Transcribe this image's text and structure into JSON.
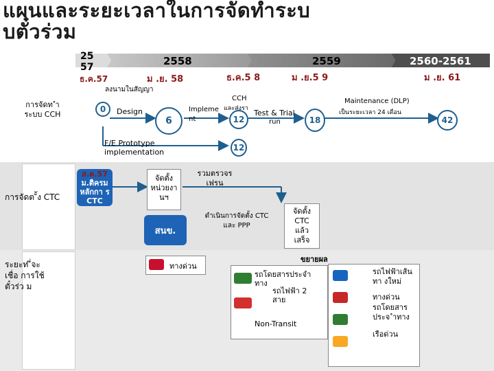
{
  "title": {
    "line1": "แผนและระยะเวลาในการจัดทำระบ",
    "line2": "บตั๋วร่วม"
  },
  "timeline": {
    "first_top": "25",
    "first_bottom": "57",
    "y2558": "2558",
    "y2559": "2559",
    "y2560": "2560-2561",
    "m_dec57": "ธ.ค.57",
    "m_sep58": "ม .ย. 58",
    "m_dec58": "ธ.ค.5 8",
    "m_sep59": "ม .ย.5 9",
    "m_sep61": "ม .ย. 61",
    "contract_note": "ลงนามในสัญญา"
  },
  "row1": {
    "label": "การจัดท ำระบบ CCH",
    "c0": "0",
    "design": "Design",
    "c6": "6",
    "implement": "Impleme nt",
    "cch": "CCH",
    "cch_sub": "และส่งรา",
    "c12a": "12",
    "test_trial": "Test & Trial",
    "run": "run",
    "c18": "18",
    "maintenance": "Maintenance (DLP)",
    "maintenance_sub": "เป็นระยะเวลา 24 เดือน",
    "c42": "42",
    "fe_prototype": "F/E Prototype",
    "fe_impl": "implementation",
    "c12b": "12"
  },
  "row2": {
    "label": "การจัดต ั้ง CTC",
    "box1_top": "ส.ค.57",
    "box1_body": "ม.ติครม หลักกา ร CTC",
    "box2": "จัดตั้ง หน่วยงา นฯ",
    "merge_text": "รวมตรวจร เฟรน",
    "operate_text": "ดำเนินการจัดตั้ง CTC และ PPP",
    "box3": "สนข.",
    "ctc_box": "จัดตั้ง CTC แล้วเสร็จ"
  },
  "row3": {
    "label": "ระยะท ี่จะเชื่อ การใช้ ตั๋วร่ว ม",
    "expand": "ขยายผล",
    "tollway": "ทางด่วน",
    "bmta": "รถโดยสารประจำ ทาง",
    "airport": "รถไฟฟ้า 2 สาย",
    "non_transit": "Non-Transit",
    "right_list": [
      "รถไฟฟ้าเส้นทา งใหม่",
      "ทางด่วน",
      "รถโดยสารประจ ำทาง",
      "เรือด่วน"
    ]
  },
  "colors": {
    "arrow_blue": "#1f5f8f",
    "box_blue": "#1e63b5",
    "timebar_dark": "#7a7a7a"
  }
}
